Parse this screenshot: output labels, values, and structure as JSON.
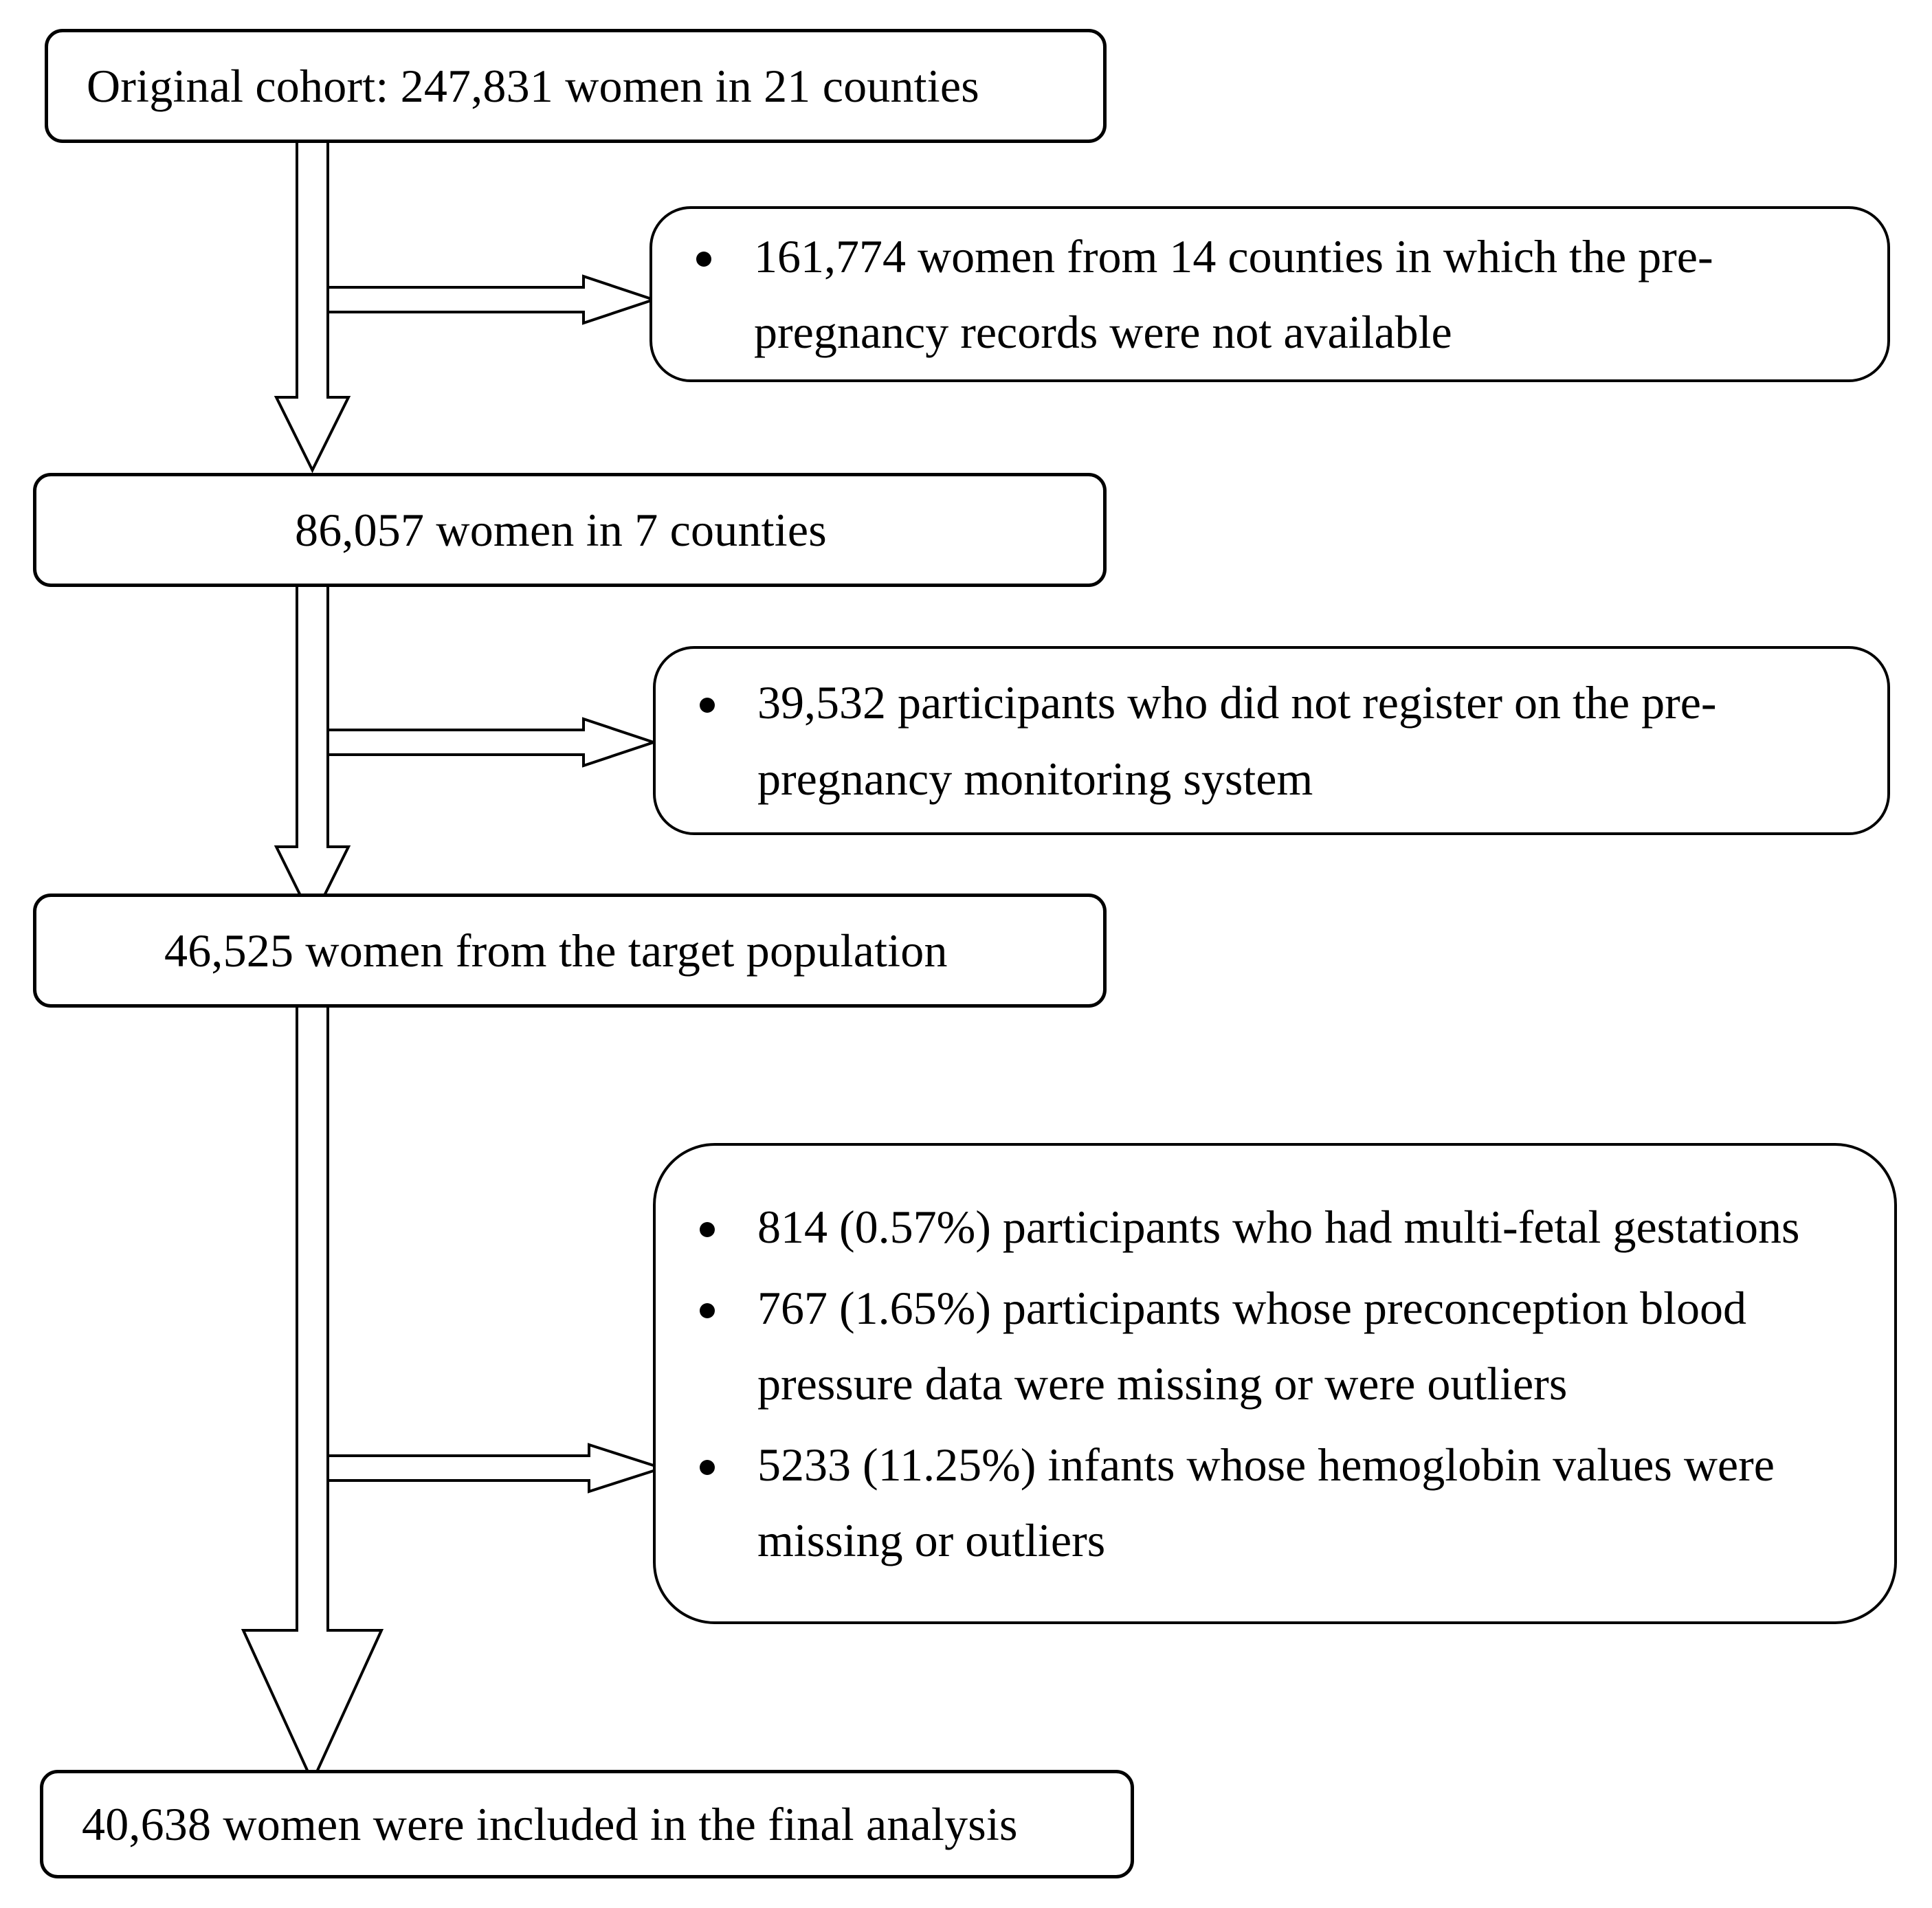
{
  "diagram": {
    "title_kind": "participant-flow-diagram",
    "nodes": [
      {
        "id": "original-cohort",
        "text": "Original cohort: 247,831 women in 21 counties"
      },
      {
        "id": "after-county-exclusion",
        "text": "86,057 women in 7 counties"
      },
      {
        "id": "target-population",
        "text": "46,525 women from the target population"
      },
      {
        "id": "final-analysis",
        "text": "40,638 women were included in the final analysis"
      }
    ],
    "exclusions": [
      {
        "id": "exclusion-1",
        "bullets": [
          "161,774 women from 14 counties in which the pre-\npregnancy records were not available"
        ]
      },
      {
        "id": "exclusion-2",
        "bullets": [
          "39,532 participants who did not register on the pre-\npregnancy monitoring system"
        ]
      },
      {
        "id": "exclusion-3",
        "bullets": [
          "814 (0.57%) participants who had multi-fetal\ngestations",
          "767 (1.65%) participants whose preconception\nblood pressure data were missing or were outliers",
          "5233 (11.25%) infants whose hemoglobin values\nwere missing or outliers"
        ]
      }
    ],
    "colors": {
      "stroke": "#000000",
      "fill": "#ffffff",
      "text": "#000000"
    }
  }
}
